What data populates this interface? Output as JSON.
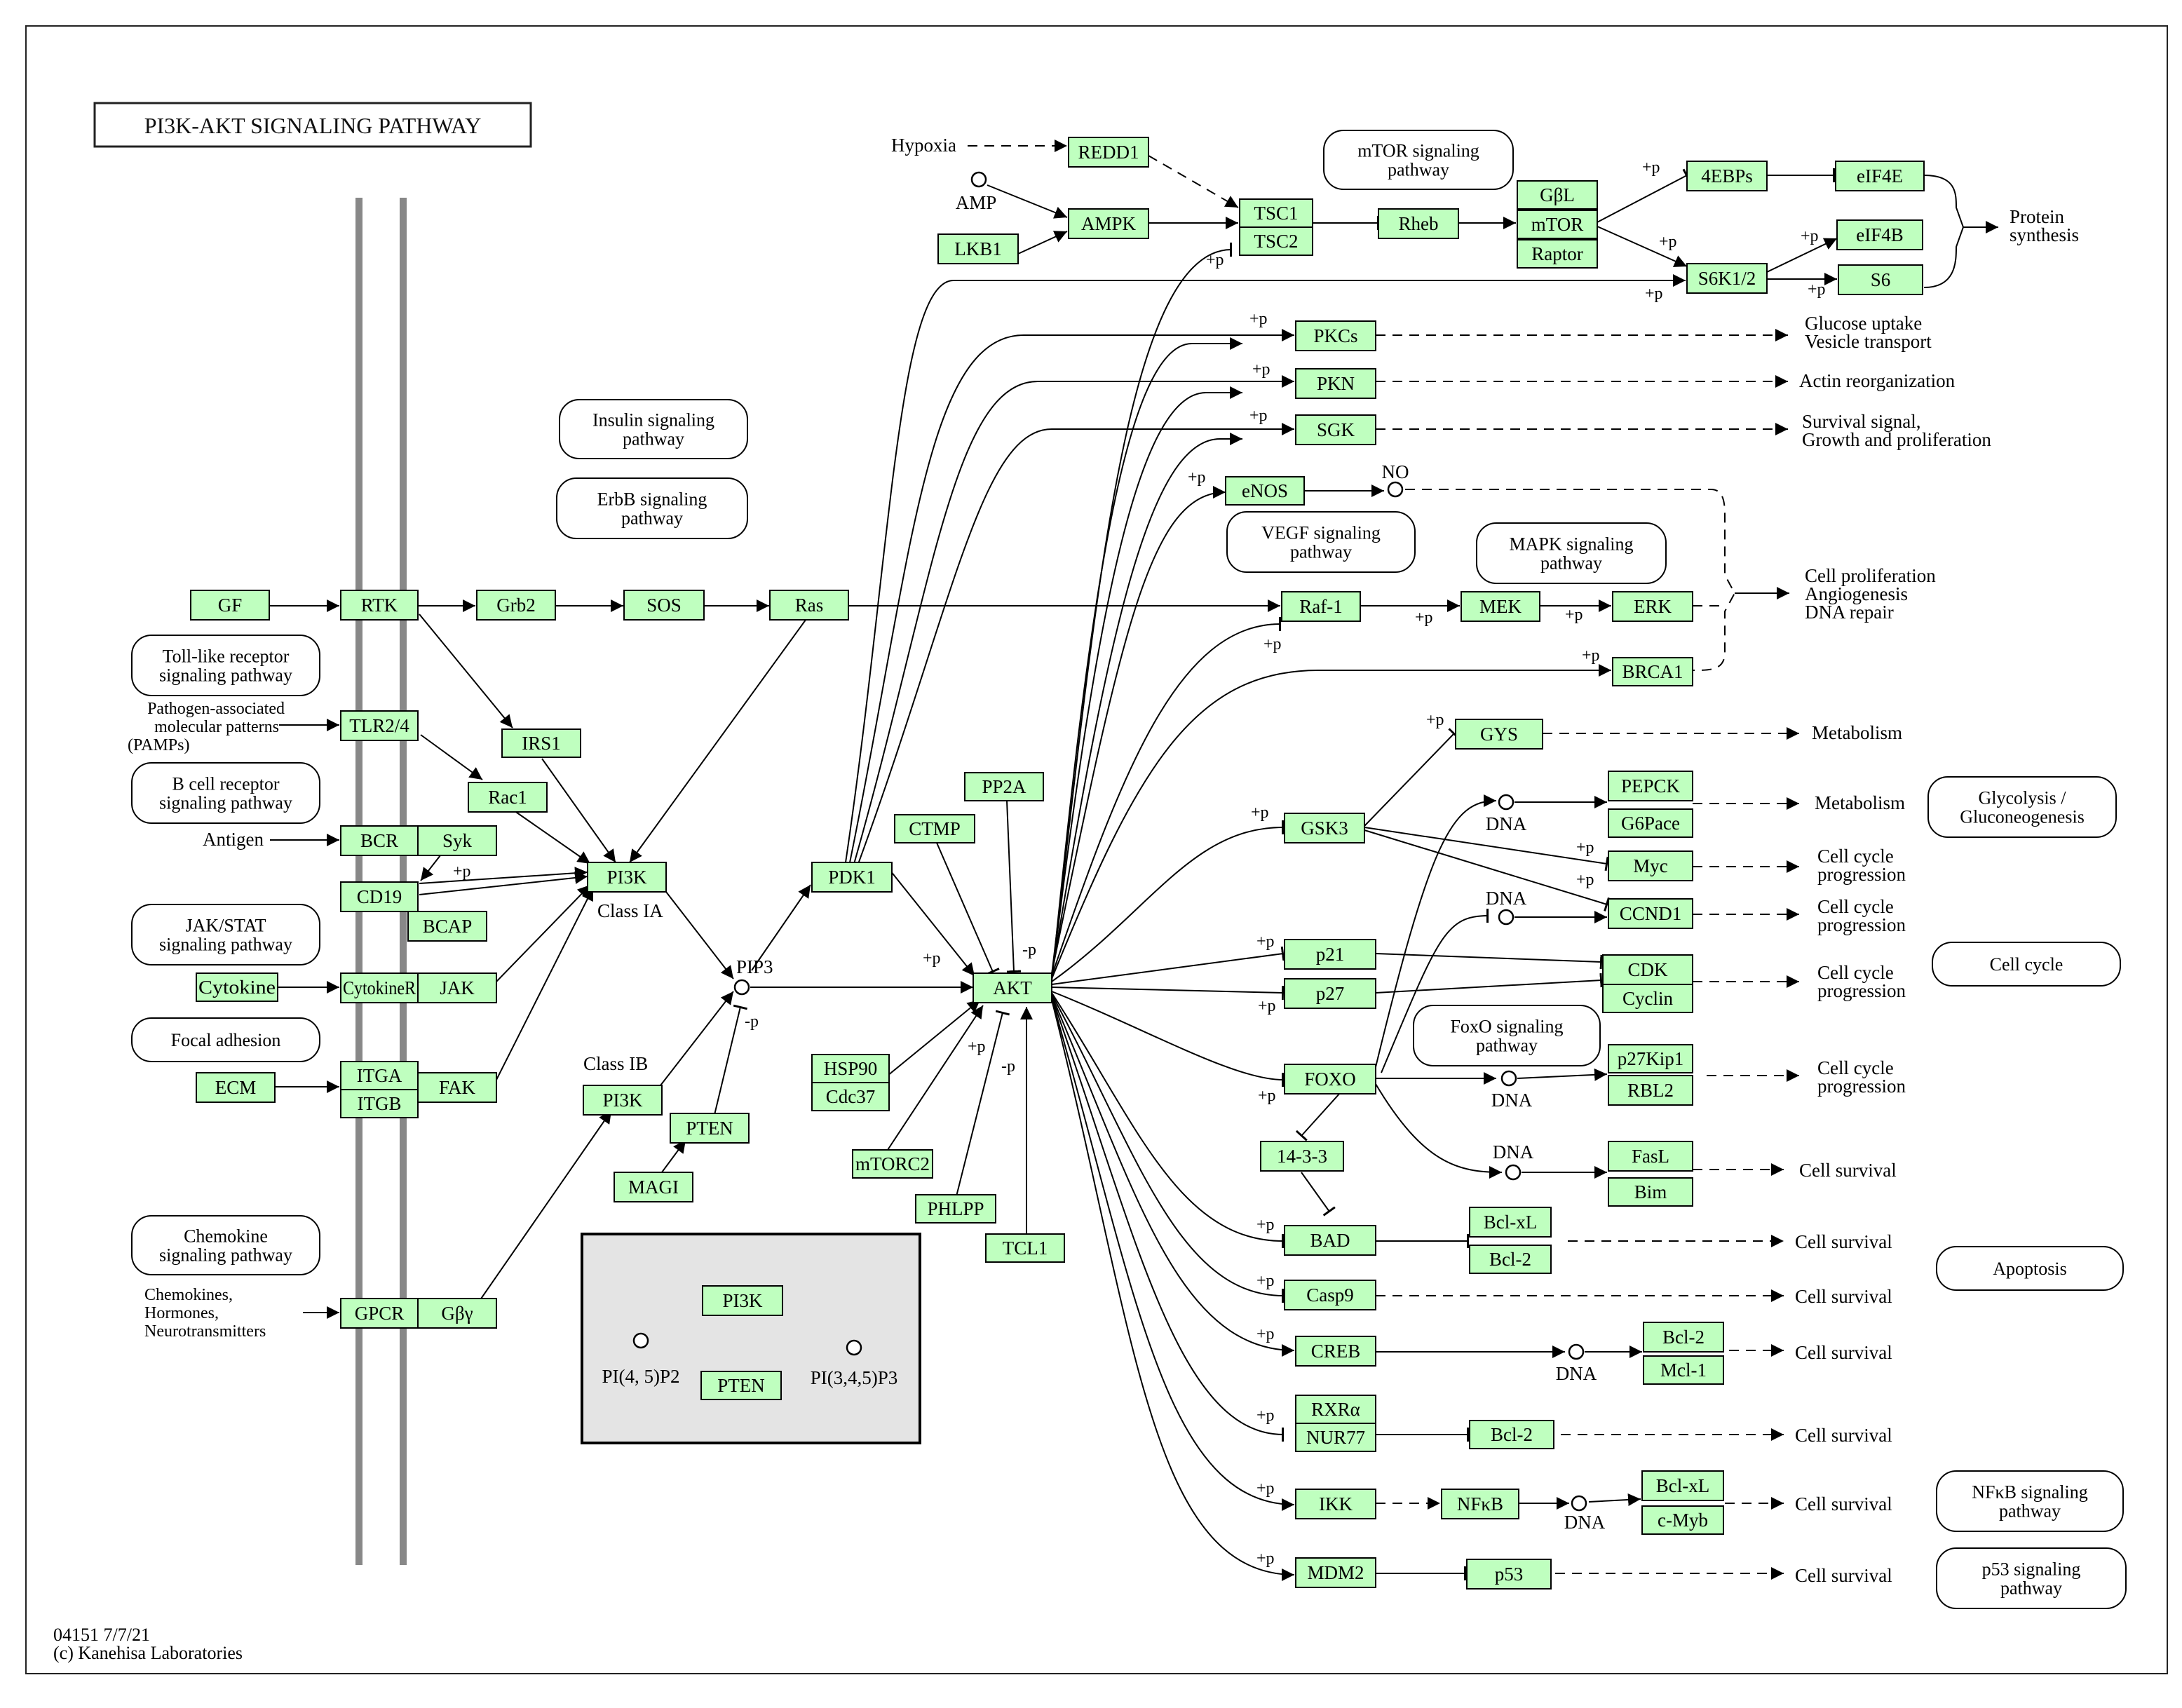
{
  "title": "PI3K-AKT SIGNALING PATHWAY",
  "footer": {
    "code": "04151 7/7/21",
    "copyright": "(c) Kanehisa Laboratories"
  },
  "genes": {
    "GF": "GF",
    "RTK": "RTK",
    "Grb2": "Grb2",
    "SOS": "SOS",
    "Ras": "Ras",
    "IRS1": "IRS1",
    "TLR24": "TLR2/4",
    "Rac1": "Rac1",
    "BCR": "BCR",
    "Syk": "Syk",
    "CD19": "CD19",
    "BCAP": "BCAP",
    "PI3K1": "PI3K",
    "Cytokine": "Cytokine",
    "CytokineR": "CytokineR",
    "JAK": "JAK",
    "ITGA": "ITGA",
    "ITGB": "ITGB",
    "ECM": "ECM",
    "FAK": "FAK",
    "PI3K2": "PI3K",
    "GPCR": "GPCR",
    "Gby": "Gβγ",
    "PTEN1": "PTEN",
    "MAGI": "MAGI",
    "PDK1": "PDK1",
    "CTMP": "CTMP",
    "PP2A": "PP2A",
    "AKT": "AKT",
    "HSP90": "HSP90",
    "Cdc37": "Cdc37",
    "mTORC2": "mTORC2",
    "PHLPP": "PHLPP",
    "TCL1": "TCL1",
    "REDD1": "REDD1",
    "AMPK": "AMPK",
    "LKB1": "LKB1",
    "TSC1": "TSC1",
    "TSC2": "TSC2",
    "Rheb": "Rheb",
    "GbL": "GβL",
    "mTOR": "mTOR",
    "Raptor": "Raptor",
    "4EBPs": "4EBPs",
    "eIF4E": "eIF4E",
    "eIF4B": "eIF4B",
    "S6K12": "S6K1/2",
    "S6": "S6",
    "PKCs": "PKCs",
    "PKN": "PKN",
    "SGK": "SGK",
    "eNOS": "eNOS",
    "Raf1": "Raf-1",
    "MEK": "MEK",
    "ERK": "ERK",
    "BRCA1": "BRCA1",
    "GYS": "GYS",
    "GSK3": "GSK3",
    "PEPCK": "PEPCK",
    "G6Pace": "G6Pace",
    "Myc": "Myc",
    "CCND1": "CCND1",
    "p21": "p21",
    "p27": "p27",
    "CDK": "CDK",
    "Cyclin": "Cyclin",
    "FOXO": "FOXO",
    "p27Kip1": "p27Kip1",
    "RBL2": "RBL2",
    "1433": "14-3-3",
    "FasL": "FasL",
    "Bim": "Bim",
    "BAD": "BAD",
    "BclxL1": "Bcl-xL",
    "Bcl21": "Bcl-2",
    "Casp9": "Casp9",
    "CREB": "CREB",
    "Bcl22": "Bcl-2",
    "Mcl1": "Mcl-1",
    "RXRa": "RXRα",
    "NUR77": "NUR77",
    "Bcl23": "Bcl-2",
    "IKK": "IKK",
    "NFkB": "NFκB",
    "BclxL2": "Bcl-xL",
    "cMyb": "c-Myb",
    "MDM2": "MDM2",
    "p53": "p53",
    "PI3K3": "PI3K",
    "PTEN2": "PTEN"
  },
  "pathways": {
    "insulin": [
      "Insulin signaling",
      "pathway"
    ],
    "erbb": [
      "ErbB signaling",
      "pathway"
    ],
    "toll": [
      "Toll-like receptor",
      "signaling pathway"
    ],
    "bcell": [
      "B cell receptor",
      "signaling pathway"
    ],
    "jakstat": [
      "JAK/STAT",
      "signaling pathway"
    ],
    "focal": [
      "Focal adhesion"
    ],
    "chemokine": [
      "Chemokine",
      "signaling pathway"
    ],
    "mtor": [
      "mTOR signaling",
      "pathway"
    ],
    "vegf": [
      "VEGF signaling",
      "pathway"
    ],
    "mapk": [
      "MAPK signaling",
      "pathway"
    ],
    "foxo": [
      "FoxO signaling",
      "pathway"
    ],
    "glyco": [
      "Glycolysis /",
      "Gluconeogenesis"
    ],
    "cellcycle": [
      "Cell cycle"
    ],
    "apoptosis": [
      "Apoptosis"
    ],
    "nfkb": [
      "NFκB signaling",
      "pathway"
    ],
    "p53": [
      "p53 signaling",
      "pathway"
    ]
  },
  "labels": {
    "hypoxia": "Hypoxia",
    "amp": "AMP",
    "pamps": [
      "Pathogen-associated",
      "molecular patterns",
      "(PAMPs)"
    ],
    "antigen": "Antigen",
    "chemokines": [
      "Chemokines,",
      "Hormones,",
      "Neurotransmitters"
    ],
    "classIA": "Class IA",
    "classIB": "Class IB",
    "pip3": "PIP3",
    "no": "NO",
    "dna": "DNA",
    "pi45p2": "PI(4, 5)P2",
    "pi345p3": "PI(3,4,5)P3",
    "plusp": "+p",
    "minusp": "-p"
  },
  "outcomes": {
    "protein": [
      "Protein",
      "synthesis"
    ],
    "glucose": [
      "Glucose uptake",
      "Vesicle transport"
    ],
    "actin": "Actin reorganization",
    "survival": [
      "Survival signal,",
      "Growth and proliferation"
    ],
    "prolif": [
      "Cell proliferation",
      "Angiogenesis",
      "DNA repair"
    ],
    "metabolism": "Metabolism",
    "cellcycleprog": [
      "Cell cycle",
      "progression"
    ],
    "cellsurvival": "Cell survival"
  }
}
